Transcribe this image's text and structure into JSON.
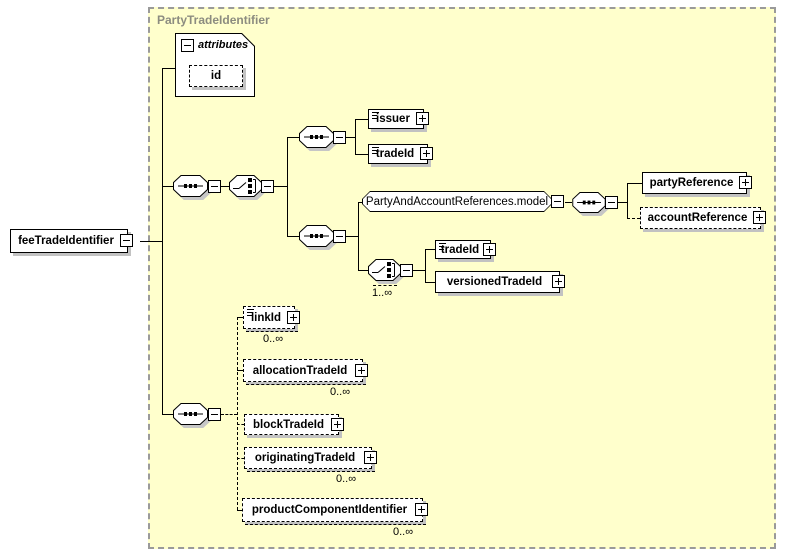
{
  "schema": {
    "container_label": "PartyTradeIdentifier",
    "attributes": {
      "header": "attributes",
      "id_attribute": "id"
    },
    "root": {
      "label": "feeTradeIdentifier"
    },
    "nodes": {
      "issuer": {
        "label": "issuer"
      },
      "tradeIdA": {
        "label": "tradeId"
      },
      "model": {
        "label": "PartyAndAccountReferences.model"
      },
      "partyReference": {
        "label": "partyReference"
      },
      "accountReference": {
        "label": "accountReference"
      },
      "choiceB": {
        "occurrence": "1..∞"
      },
      "tradeIdB": {
        "label": "tradeId"
      },
      "versionedTradeId": {
        "label": "versionedTradeId"
      },
      "linkId": {
        "label": "linkId",
        "occurrence": "0..∞"
      },
      "allocationTradeId": {
        "label": "allocationTradeId",
        "occurrence": "0..∞"
      },
      "blockTradeId": {
        "label": "blockTradeId"
      },
      "originatingTradeId": {
        "label": "originatingTradeId",
        "occurrence": "0..∞"
      },
      "productComponentIdentifier": {
        "label": "productComponentIdentifier",
        "occurrence": "0..∞"
      }
    },
    "colors": {
      "container_bg": "#ffffcc",
      "container_border": "#9a9a9a",
      "container_label": "#8c8c80",
      "shadow": "#c2c2c2",
      "line": "#000000"
    }
  }
}
